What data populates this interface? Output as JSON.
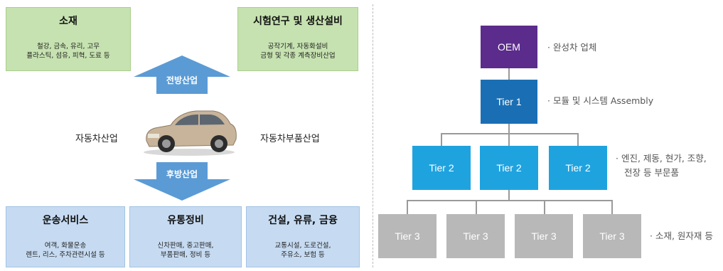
{
  "left": {
    "materials": {
      "title": "소재",
      "line1": "철강, 금속, 유리, 고무",
      "line2": "플라스틱, 섬유, 피혁, 도료 등"
    },
    "research": {
      "title": "시험연구 및 생산설비",
      "line1": "공작기계, 자동화설비",
      "line2": "금형 및 각종 계측장비산업"
    },
    "forward_label": "전방산업",
    "backward_label": "후방산업",
    "auto_industry": "자동차산업",
    "parts_industry": "자동차부품산업",
    "transport": {
      "title": "운송서비스",
      "line1": "여객, 화물운송",
      "line2": "렌트, 리스, 주차관련시설 등"
    },
    "distribution": {
      "title": "유통정비",
      "line1": "신차판매, 중고판매,",
      "line2": "부품판매, 정비 등"
    },
    "construction": {
      "title": "건설, 유류, 금융",
      "line1": "교통시설, 도로건설,",
      "line2": "주유소, 보험 등"
    }
  },
  "right": {
    "oem": "OEM",
    "oem_note": "· 완성차 업체",
    "tier1": "Tier 1",
    "tier1_note": "· 모듈 및 시스템 Assembly",
    "tier2": [
      "Tier 2",
      "Tier 2",
      "Tier 2"
    ],
    "tier2_note_line1": "· 엔진, 제동, 현가, 조향,",
    "tier2_note_line2": "전장 등 부문품",
    "tier3": [
      "Tier 3",
      "Tier 3",
      "Tier 3",
      "Tier 3"
    ],
    "tier3_note": "· 소재, 원자재 등"
  },
  "colors": {
    "oem": "#5b2c8c",
    "tier1": "#1a6fb4",
    "tier2": "#1fa3df",
    "tier3": "#b8b8b8",
    "green_box": "#c6e2b0",
    "blue_box": "#c6dbf2",
    "arrow": "#5b9bd5"
  }
}
